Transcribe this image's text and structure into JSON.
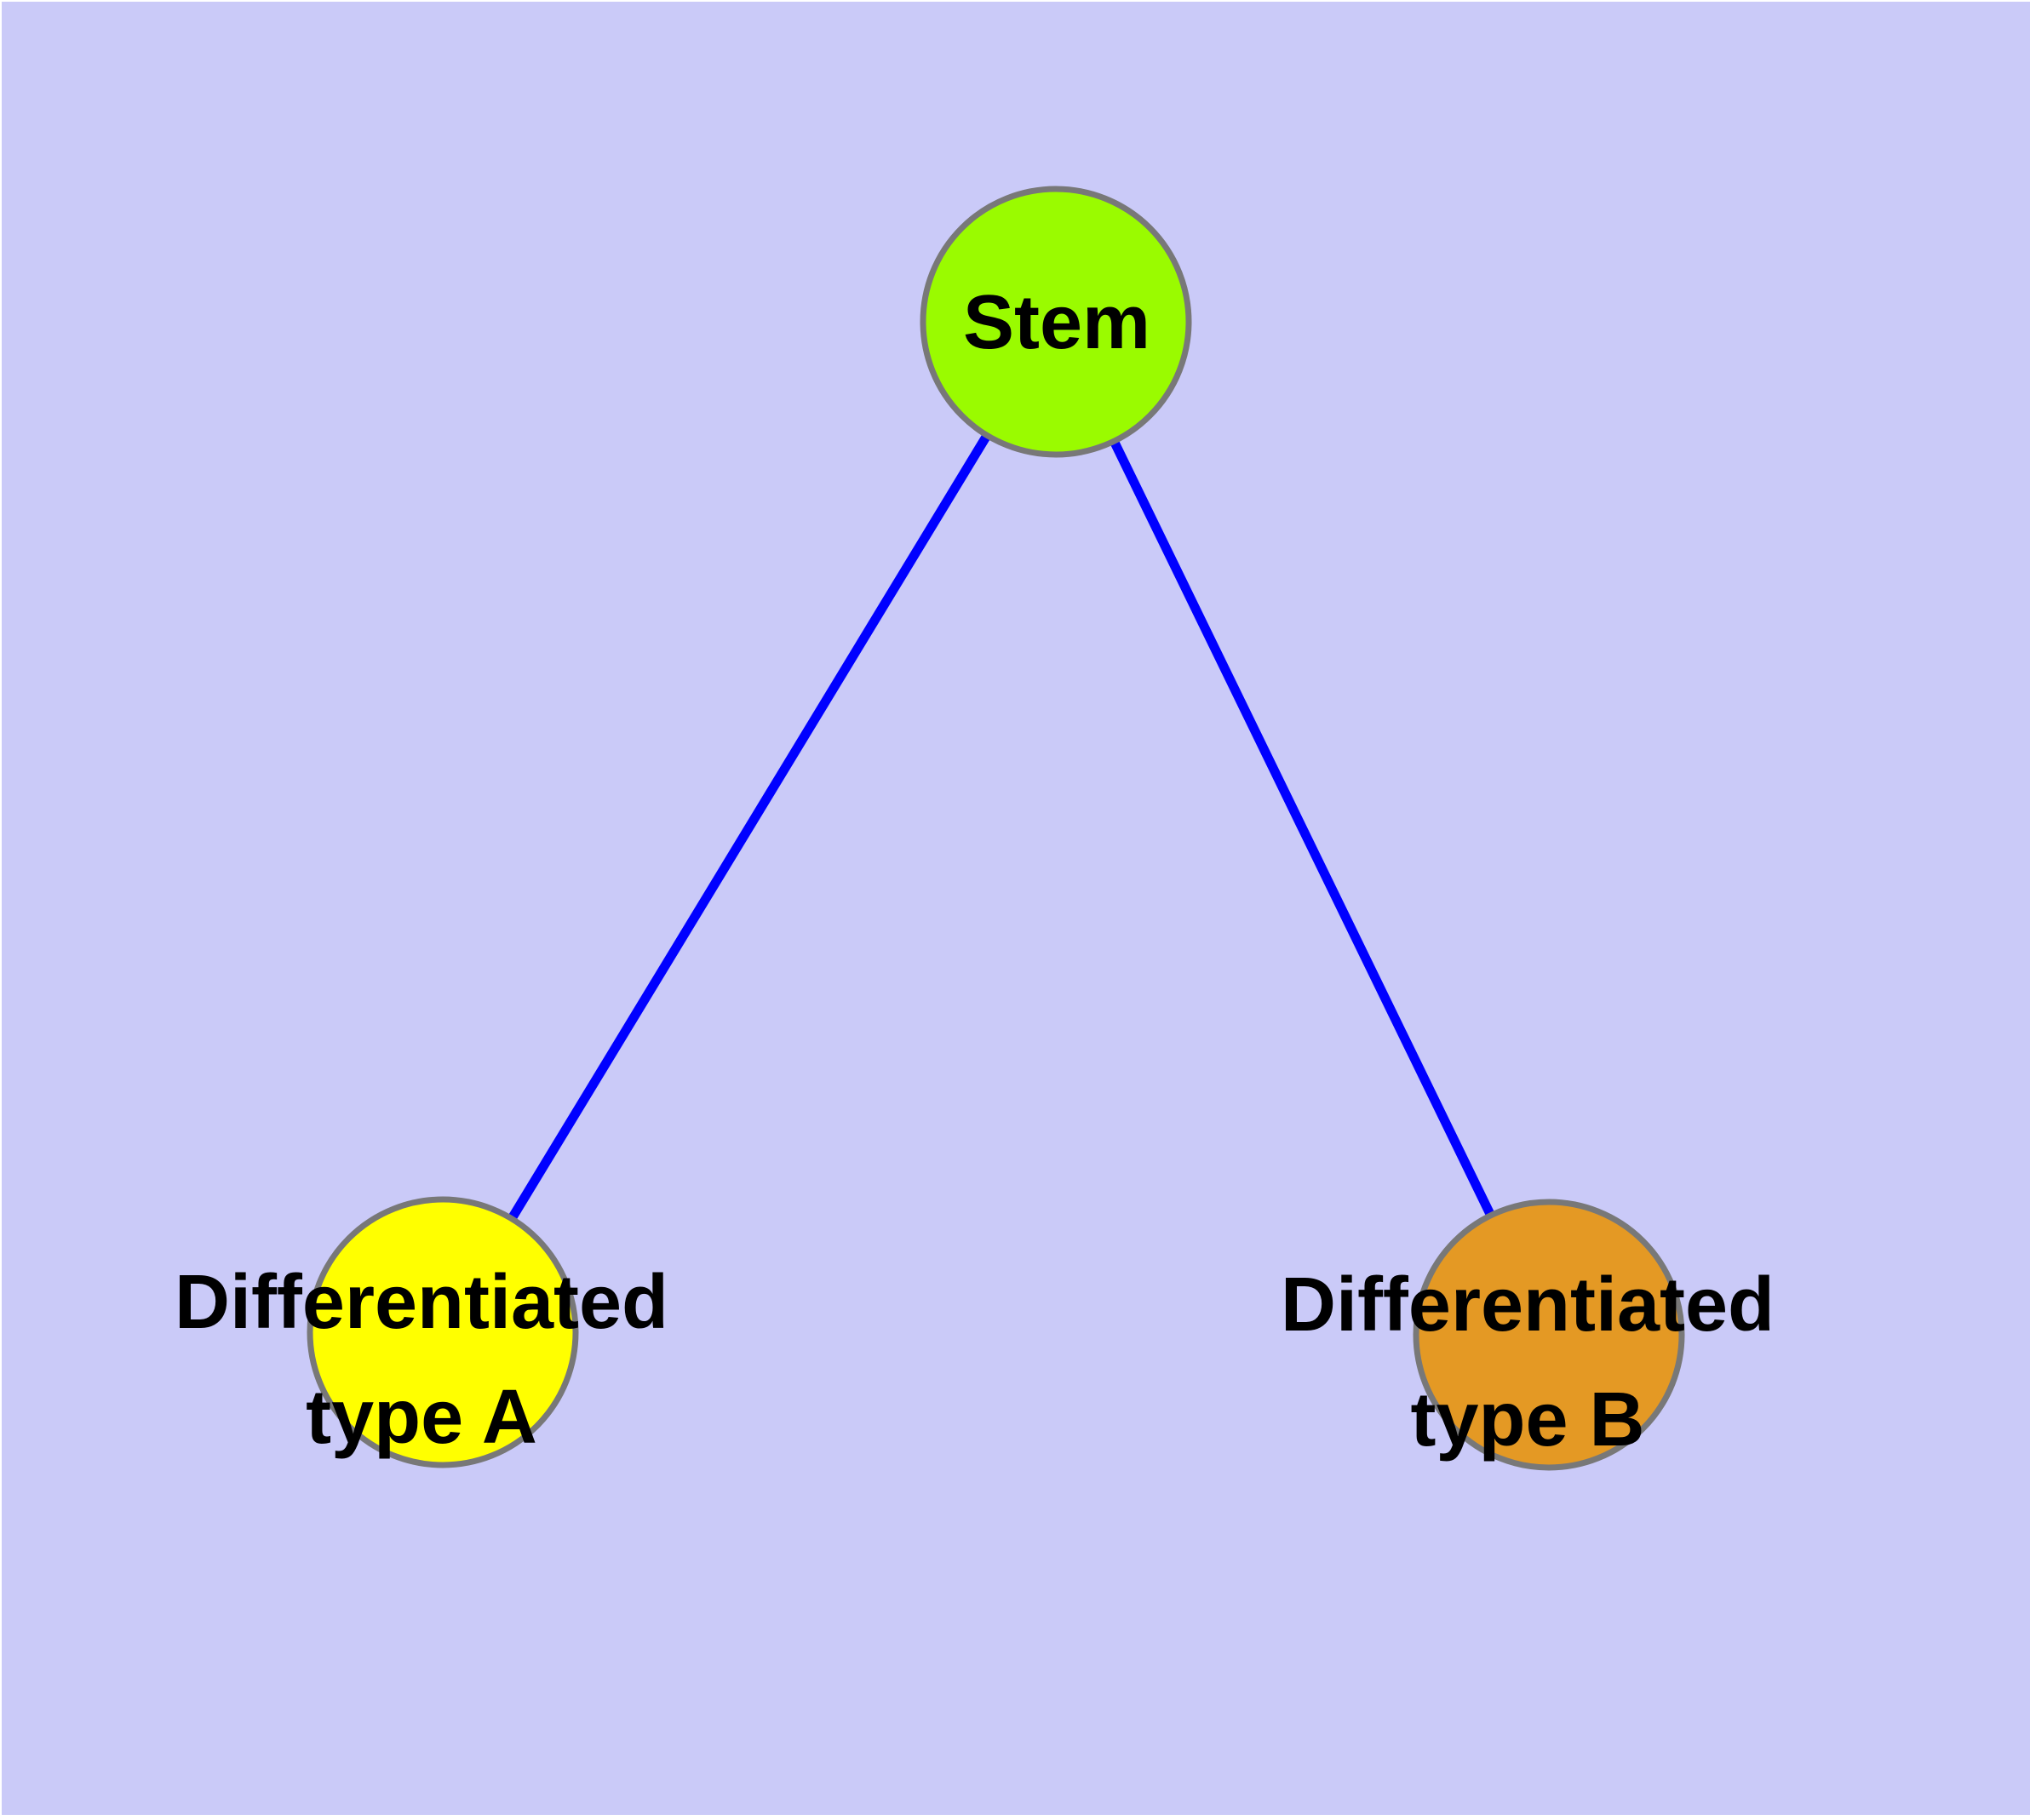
{
  "figure": {
    "type": "node-link-diagram",
    "background_color": "#cacaf8",
    "outer_margin_color": "#ffffff"
  },
  "graph": {
    "edge_color": "#0000ff",
    "node_border_color": "#787878",
    "label_color": "#000000",
    "nodes": [
      {
        "id": "stem",
        "label": "Stem",
        "fill_color": "#9afb00"
      },
      {
        "id": "differentiated-type-a",
        "label": "Differentiated type A",
        "label_line1": "Differentiated",
        "label_line2": "type A",
        "fill_color": "#ffff00"
      },
      {
        "id": "differentiated-type-b",
        "label": "Differentiated type B",
        "label_line1": "Differentiated",
        "label_line2": "type B",
        "fill_color": "#e49924"
      }
    ],
    "edges": [
      {
        "from": "Stem",
        "to": "Differentiated type A"
      },
      {
        "from": "Stem",
        "to": "Differentiated type B"
      }
    ]
  }
}
